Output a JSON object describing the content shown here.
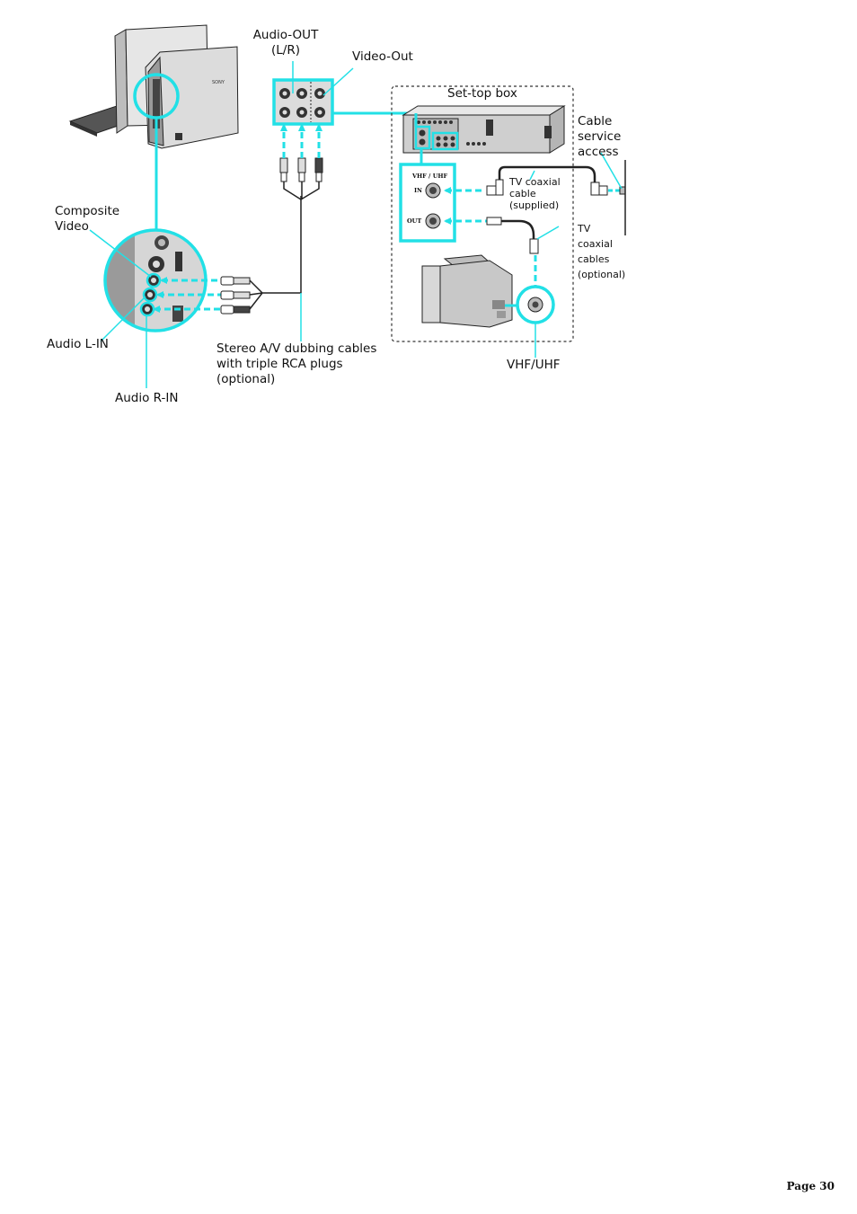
{
  "diagram": {
    "labels": {
      "audio_out": "Audio-OUT\n(L/R)",
      "video_out": "Video-Out",
      "set_top_box": "Set-top box",
      "cable_service_access": "Cable\nservice\naccess",
      "tv_coaxial_cable_supplied": "TV coaxial\ncable\n(supplied)",
      "tv_coaxial_cables_optional": "TV\ncoaxial\ncables\n(optional)",
      "composite_video": "Composite\nVideo",
      "audio_l_in": "Audio L-IN",
      "audio_r_in": "Audio R-IN",
      "stereo_av_cables": "Stereo A/V dubbing cables\nwith triple RCA plugs\n(optional)",
      "vhf_uhf": "VHF/UHF",
      "port_vhf_uhf": "VHF / UHF",
      "port_in": "IN",
      "port_out": "OUT"
    },
    "colors": {
      "highlight": "#22e0e6",
      "ink": "#1a1a1a",
      "device_gray": "#cfcfcf"
    }
  },
  "footer": {
    "page_number": "Page 30"
  }
}
